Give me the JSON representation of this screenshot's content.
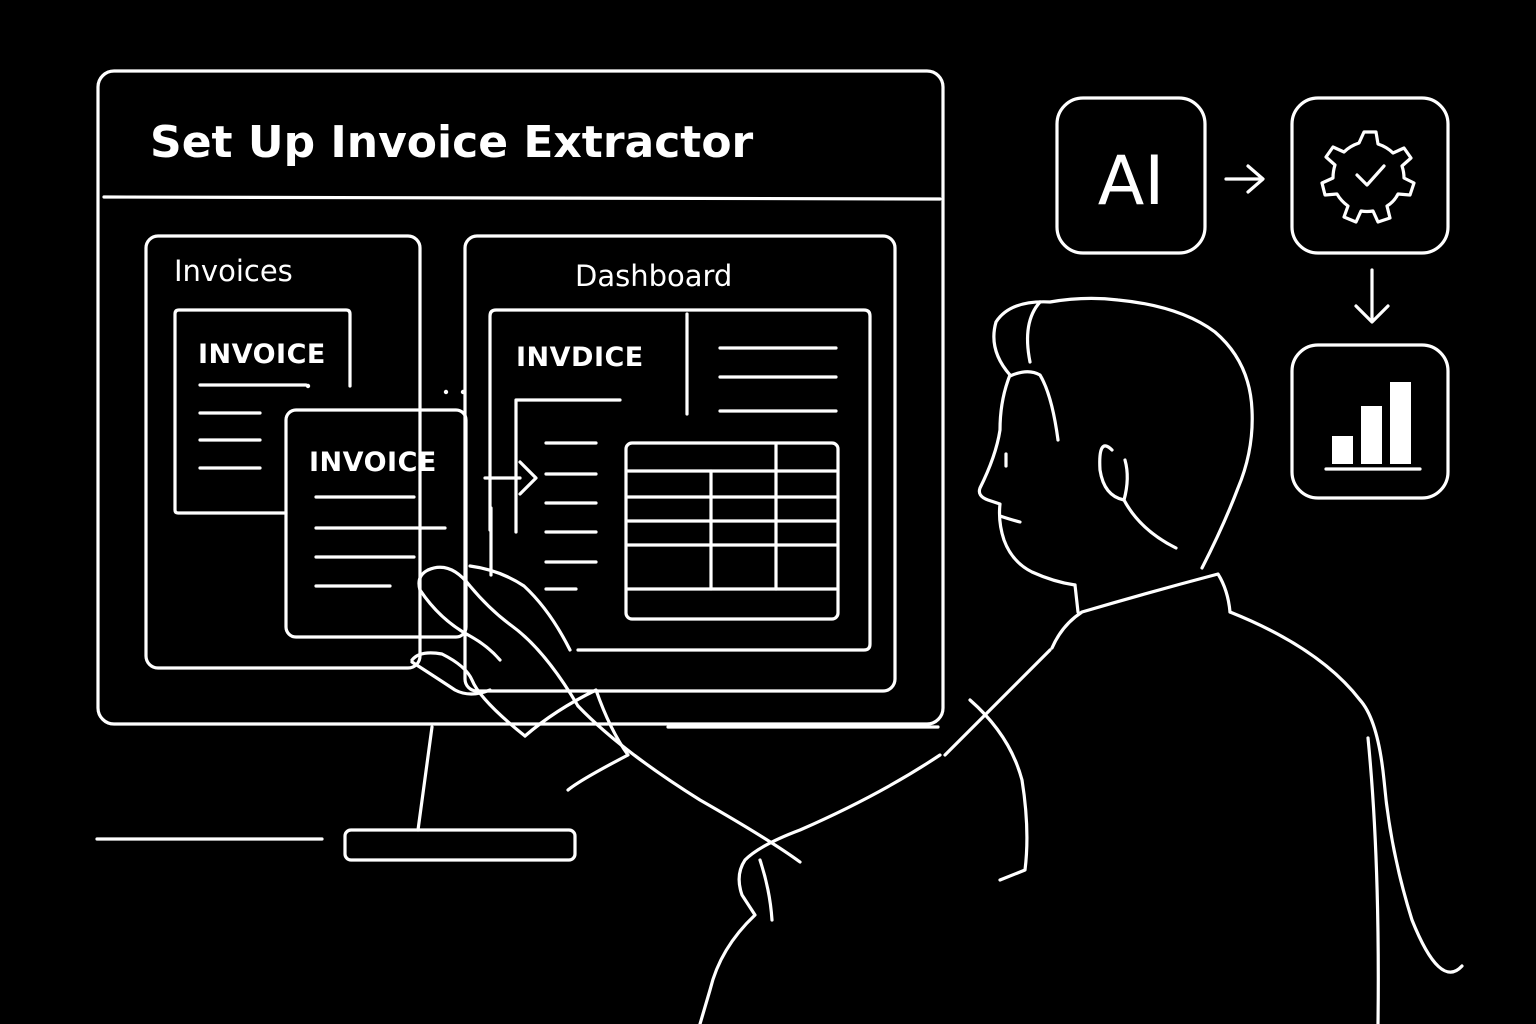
{
  "window": {
    "title": "Set Up Invoice Extractor"
  },
  "invoices_panel": {
    "title": "Invoices",
    "back_doc_label": "INVOICE",
    "front_doc_label": "INVOICE"
  },
  "dashboard_panel": {
    "title": "Dashboard",
    "doc_label": "INVDICE"
  },
  "workflow": {
    "ai_label": "AI",
    "steps": [
      "ai-icon",
      "gear-check-icon",
      "bar-chart-icon"
    ]
  },
  "colors": {
    "background": "#000000",
    "stroke": "#ffffff"
  }
}
